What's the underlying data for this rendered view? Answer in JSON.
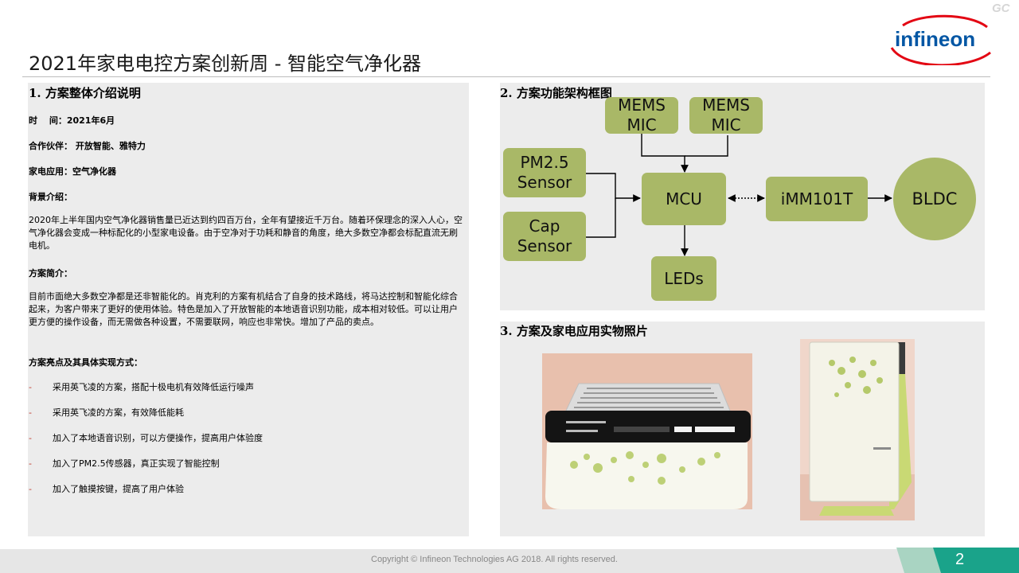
{
  "header": {
    "corner_mark": "GC",
    "logo_text": "infineon",
    "title": "2021年家电电控方案创新周 - 智能空气净化器"
  },
  "left": {
    "section_title": "1. 方案整体介绍说明",
    "time_line": "时　 间：2021年6月",
    "partner_line": "合作伙伴：  开放智能、雅特力",
    "app_line": "家电应用：空气净化器",
    "background_heading": "背景介绍：",
    "background_text": "2020年上半年国内空气净化器销售量已近达到约四百万台，全年有望接近千万台。随着环保理念的深入人心，空气净化器会变成一种标配化的小型家电设备。由于空净对于功耗和静音的角度，绝大多数空净都会标配直流无刷电机。",
    "intro_heading": "方案简介：",
    "intro_text": "目前市面绝大多数空净都是还非智能化的。肖克利的方案有机结合了自身的技术路线，将马达控制和智能化综合起来，为客户带来了更好的使用体验。特色是加入了开放智能的本地语音识别功能，成本相对较低。可以让用户更方便的操作设备，而无需做各种设置，不需要联网，响应也非常快。增加了产品的卖点。",
    "highlights_heading": "方案亮点及其具体实现方式：",
    "bullet_marker": "-",
    "bullets": [
      "采用英飞凌的方案，搭配十极电机有效降低运行噪声",
      "采用英飞凌的方案，有效降低能耗",
      "加入了本地语音识别，可以方便操作，提高用户体验度",
      "加入了PM2.5传感器，真正实现了智能控制",
      "加入了触摸按键，提高了用户体验"
    ]
  },
  "diagram": {
    "section_title": "2. 方案功能架构框图",
    "mems1": "MEMS\nMIC",
    "mems2": "MEMS\nMIC",
    "pm25": "PM2.5\nSensor",
    "cap": "Cap\nSensor",
    "mcu": "MCU",
    "imm": "iMM101T",
    "bldc": "BLDC",
    "leds": "LEDs",
    "box_color": "#a9b867"
  },
  "photos": {
    "section_title": "3. 方案及家电应用实物照片"
  },
  "footer": {
    "copyright": "Copyright © Infineon Technologies AG 2018. All rights reserved.",
    "page_number": "2",
    "accent_color": "#a9d4c2"
  }
}
